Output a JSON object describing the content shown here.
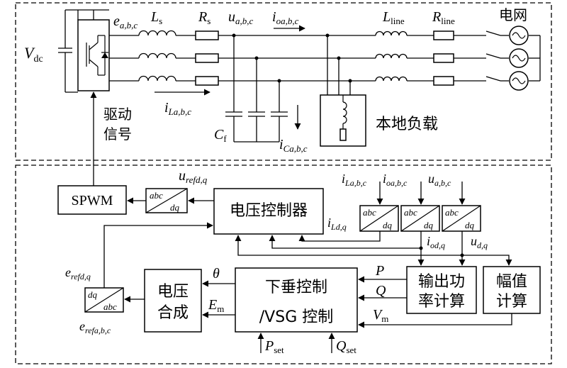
{
  "power_section": {
    "vdc": {
      "base": "V",
      "sub": "dc"
    },
    "e_abc": {
      "base": "e",
      "sub": "a,b,c"
    },
    "ls": {
      "base": "L",
      "sub": "s"
    },
    "rs": {
      "base": "R",
      "sub": "s"
    },
    "u_abc": {
      "base": "u",
      "sub": "a,b,c"
    },
    "io_abc": {
      "base": "i",
      "sub": "oa,b,c"
    },
    "lline": {
      "base": "L",
      "sub": "line"
    },
    "rline": {
      "base": "R",
      "sub": "line"
    },
    "grid": "电网",
    "ila_abc": {
      "base": "i",
      "sub": "La,b,c"
    },
    "cf": {
      "base": "C",
      "sub": "f"
    },
    "ica_abc": {
      "base": "i",
      "sub": "Ca,b,c"
    },
    "local_load": "本地负载",
    "drive_signal_line1": "驱动",
    "drive_signal_line2": "信号"
  },
  "control_section": {
    "spwm": "SPWM",
    "urefdq": {
      "base": "u",
      "sub": "refd,q"
    },
    "voltage_controller": "电压控制器",
    "ildq": {
      "base": "i",
      "sub": "Ld,q"
    },
    "iodq": {
      "base": "i",
      "sub": "od,q"
    },
    "udq": {
      "base": "u",
      "sub": "d,q"
    },
    "in_ila": {
      "base": "i",
      "sub": "La,b,c"
    },
    "in_io": {
      "base": "i",
      "sub": "oa,b,c"
    },
    "in_u": {
      "base": "u",
      "sub": "a,b,c"
    },
    "conv_abc": "abc",
    "conv_dq": "dq",
    "erefdq": {
      "base": "e",
      "sub": "refd,q"
    },
    "erefabc": {
      "base": "e",
      "sub": "refa,b,c"
    },
    "voltage_synth_line1": "电压",
    "voltage_synth_line2": "合成",
    "theta": "θ",
    "em": {
      "base": "E",
      "sub": "m"
    },
    "droop_line1": "下垂控制",
    "droop_line2": "/VSG 控制",
    "p": "P",
    "q": "Q",
    "vm": {
      "base": "V",
      "sub": "m"
    },
    "power_calc_line1": "输出功",
    "power_calc_line2": "率计算",
    "amp_calc_line1": "幅值",
    "amp_calc_line2": "计算",
    "pset": {
      "base": "P",
      "sub": "set"
    },
    "qset": {
      "base": "Q",
      "sub": "set"
    }
  }
}
